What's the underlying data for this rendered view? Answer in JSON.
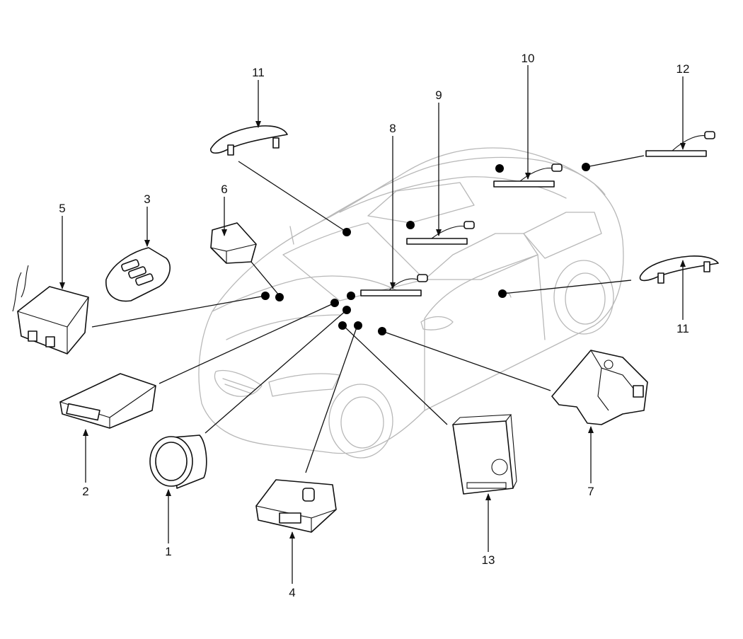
{
  "callouts": [
    {
      "number": "1"
    },
    {
      "number": "2"
    },
    {
      "number": "3"
    },
    {
      "number": "4"
    },
    {
      "number": "5"
    },
    {
      "number": "6"
    },
    {
      "number": "7"
    },
    {
      "number": "8"
    },
    {
      "number": "9"
    },
    {
      "number": "10"
    },
    {
      "number": "11"
    },
    {
      "number": "11"
    },
    {
      "number": "12"
    },
    {
      "number": "13"
    }
  ],
  "colors": {
    "ink": "#111111",
    "car_outline": "#b8b8b8"
  }
}
